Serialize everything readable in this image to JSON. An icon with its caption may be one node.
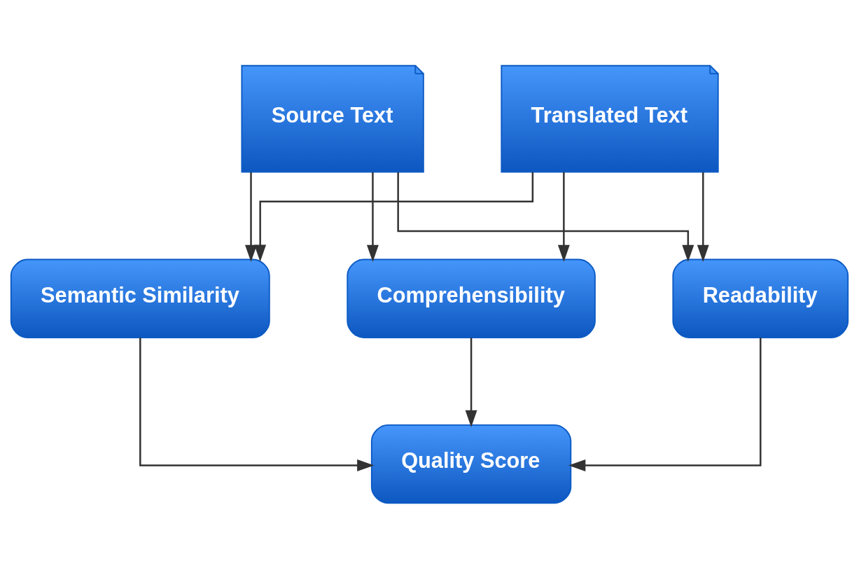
{
  "diagram": {
    "nodes": [
      {
        "text": [
          "Source Text"
        ]
      },
      {
        "text": [
          "Translated Text"
        ]
      },
      {
        "text": [
          "Semantic Similarity"
        ]
      },
      {
        "text": [
          "Comprehensibility"
        ]
      },
      {
        "text": [
          "Readability"
        ]
      },
      {
        "text": [
          "Quality Score"
        ]
      }
    ],
    "edges": [
      {
        "from": 0,
        "to": 2,
        "arrow": "to"
      },
      {
        "from": 0,
        "to": 3,
        "arrow": "to"
      },
      {
        "from": 0,
        "to": 4,
        "arrow": "to"
      },
      {
        "from": 1,
        "to": 2,
        "arrow": "to"
      },
      {
        "from": 1,
        "to": 3,
        "arrow": "to"
      },
      {
        "from": 1,
        "to": 4,
        "arrow": "to"
      },
      {
        "from": 2,
        "to": 5,
        "arrow": "to"
      },
      {
        "from": 3,
        "to": 5,
        "arrow": "to"
      },
      {
        "from": 4,
        "to": 5,
        "arrow": "to"
      }
    ]
  }
}
